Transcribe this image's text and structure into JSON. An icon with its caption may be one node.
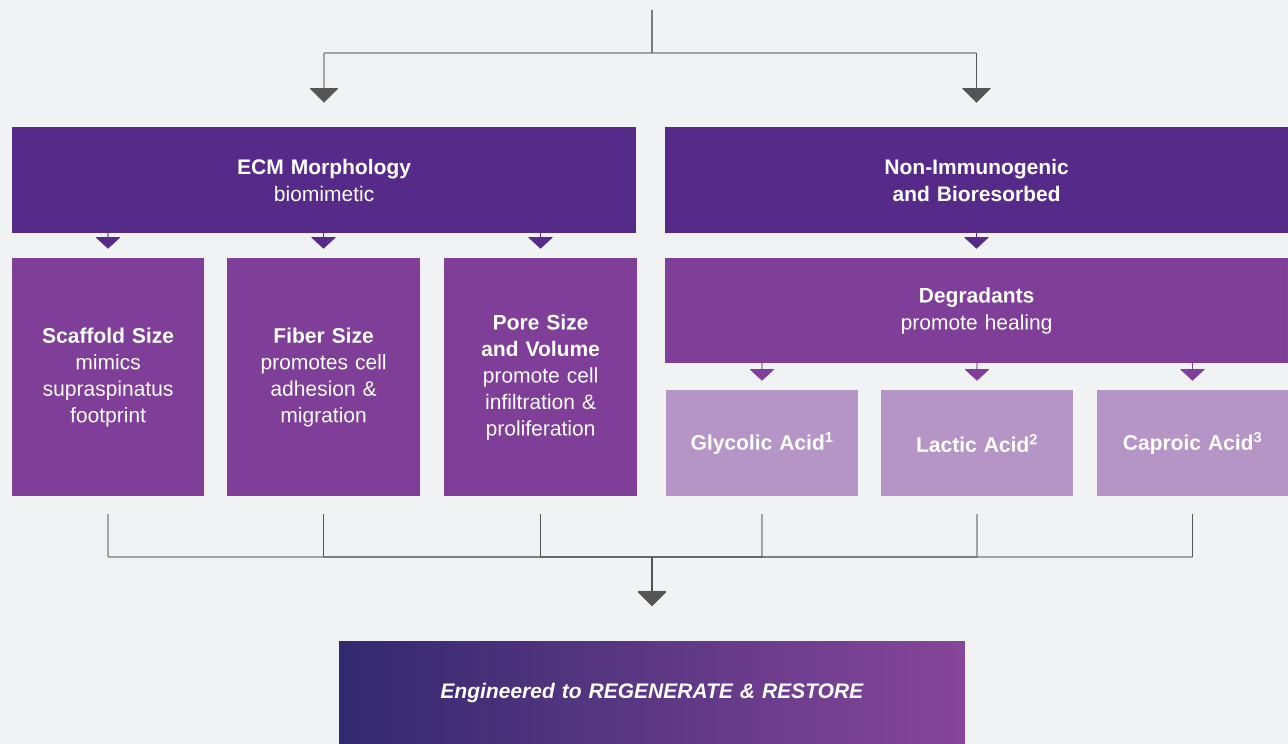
{
  "diagram": {
    "nodes": [
      {
        "text": [
          "ECM Morphology",
          "biomimetic"
        ]
      },
      {
        "text": [
          "Non-Immunogenic and Bioresorbed"
        ]
      },
      {
        "text": [
          "Scaffold Size",
          "mimics supraspinatus footprint"
        ]
      },
      {
        "text": [
          "Fiber Size",
          "promotes cell adhesion & migration"
        ]
      },
      {
        "text": [
          "Pore Size and Volume",
          "promote cell infiltration & proliferation"
        ]
      },
      {
        "text": [
          "Degradants",
          "promote healing"
        ]
      },
      {
        "text": [
          "Glycolic Acid$^{1}$"
        ]
      },
      {
        "text": [
          "Lactic Acid$^{2}$"
        ]
      },
      {
        "text": [
          "Caproic Acid$^{3}$"
        ]
      },
      {
        "text": [
          "*Engineered to REGENERATE & RESTORE*"
        ]
      }
    ],
    "edges": [
      {
        "from": null,
        "to": 0,
        "arrow": "to"
      },
      {
        "from": null,
        "to": 1,
        "arrow": "to"
      },
      {
        "from": 0,
        "to": 2,
        "arrow": "to",
        "color": "#552a88"
      },
      {
        "from": 0,
        "to": 3,
        "arrow": "to",
        "color": "#552a88"
      },
      {
        "from": 0,
        "to": 4,
        "arrow": "to",
        "color": "#552a88"
      },
      {
        "from": 1,
        "to": 5,
        "arrow": "to",
        "color": "#552a88"
      },
      {
        "from": 5,
        "to": 6,
        "arrow": "to",
        "color": "#7f3f98"
      },
      {
        "from": 5,
        "to": 7,
        "arrow": "to",
        "color": "#7f3f98"
      },
      {
        "from": 5,
        "to": 8,
        "arrow": "to",
        "color": "#7f3f98"
      },
      {
        "from": 2,
        "to": 9,
        "arrow": "to"
      },
      {
        "from": 3,
        "to": 9,
        "arrow": "to"
      },
      {
        "from": 4,
        "to": 9,
        "arrow": "to"
      },
      {
        "from": 6,
        "to": 9,
        "arrow": "to"
      },
      {
        "from": 7,
        "to": 9,
        "arrow": "to"
      },
      {
        "from": 8,
        "to": 9,
        "arrow": "to"
      }
    ]
  }
}
